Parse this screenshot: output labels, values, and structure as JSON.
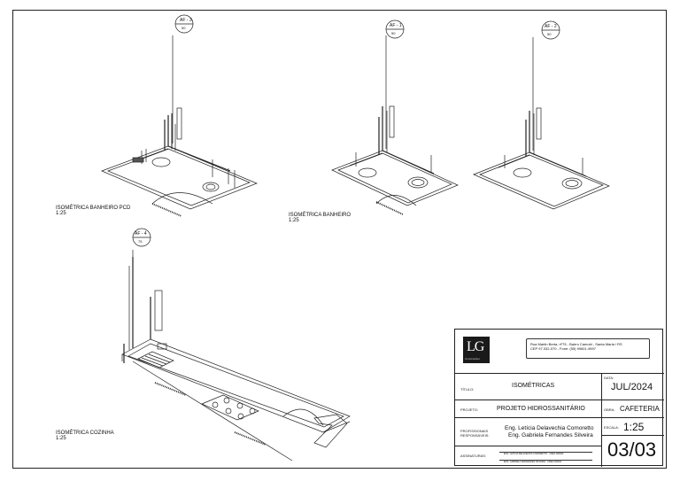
{
  "views": [
    {
      "title": "ISOMÉTRICA BANHEIRO PCD",
      "scale": "1:25",
      "tag_top": "AF - 3",
      "tag_bottom": "50"
    },
    {
      "title": "ISOMÉTRICA BANHEIRO",
      "scale": "1:25",
      "tag_top": "AF - 1",
      "tag_bottom": "50"
    },
    {
      "title": "",
      "scale": "",
      "tag_top": "AF - 2",
      "tag_bottom": "50"
    },
    {
      "title": "ISOMÉTRICA COZINHA",
      "scale": "1:25",
      "tag_top": "AF - 4",
      "tag_bottom": "75"
    }
  ],
  "title_block": {
    "logo_mark": "LG",
    "logo_text": "Construções",
    "address_line1": "Rua Martin Berta, nº75 - Bairro Camobi - Santa Maria / RS",
    "address_line2": "CEP 97.032-070 - Fone: (55) 99601-9597",
    "titulo_label": "TÍTULO:",
    "titulo": "ISOMÉTRICAS",
    "data_label": "DATA:",
    "data": "JUL/2024",
    "projeto_label": "PROJETO:",
    "projeto": "PROJETO HIDROSSANITÁRIO",
    "obra_label": "OBRA:",
    "obra": "CAFETERIA",
    "profissionais_label": "PROFISSIONAIS RESPONSÁVEIS:",
    "prof1": "Eng. Letícia Delavechia Comoretto",
    "prof2": "Eng. Gabriela Fernandes Silveira",
    "escala_label": "ESCALA:",
    "escala": "1:25",
    "assinaturas_label": "ASSINATURAS:",
    "sig1": "ENG. LETÍCIA DELAVECHIA COMORETTO - CREA 000000",
    "sig2": "ENG. GABRIELA FERNANDES SILVEIRA - CREA 000000",
    "folha": "03/03"
  }
}
